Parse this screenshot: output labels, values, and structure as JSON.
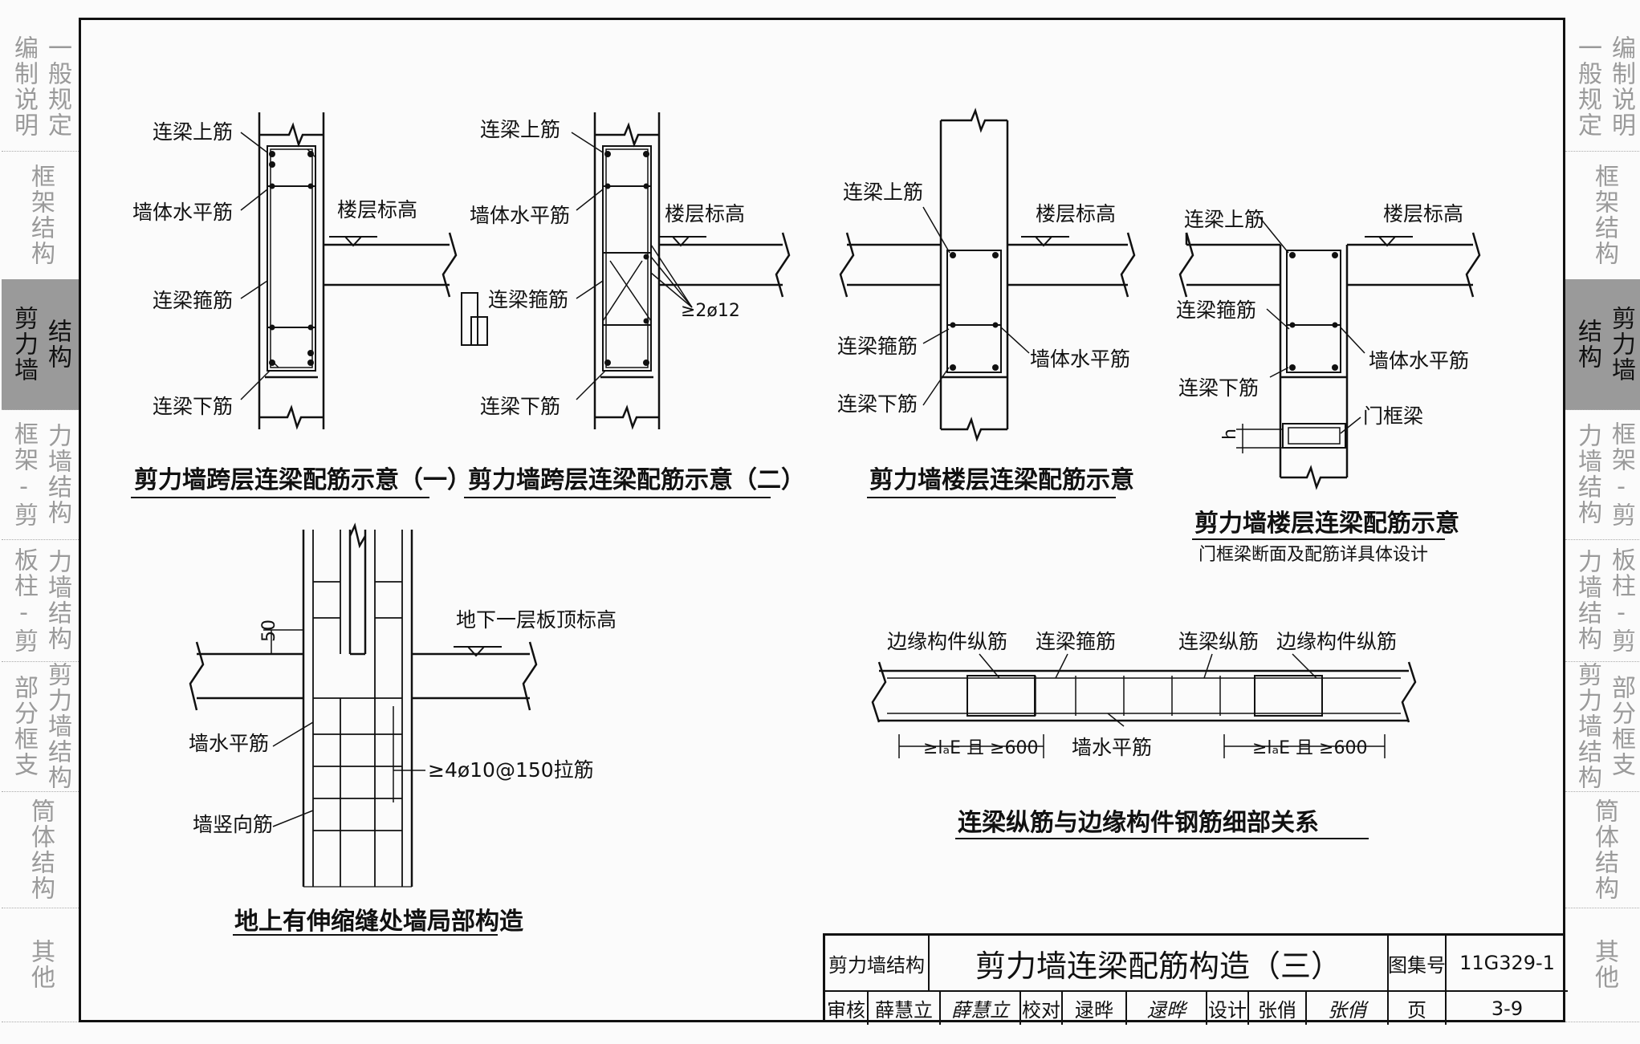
{
  "side_tabs_left": [
    {
      "cols": [
        "编制说明",
        "一般规定"
      ],
      "active": false
    },
    {
      "cols": [
        "框架结构"
      ],
      "active": false
    },
    {
      "cols": [
        "剪力墙",
        "结构"
      ],
      "active": true
    },
    {
      "cols": [
        "框架-剪",
        "力墙结构"
      ],
      "active": false
    },
    {
      "cols": [
        "板柱-剪",
        "力墙结构"
      ],
      "active": false
    },
    {
      "cols": [
        "部分框支",
        "剪力墙结构"
      ],
      "active": false
    },
    {
      "cols": [
        "筒体结构"
      ],
      "active": false
    },
    {
      "cols": [
        "其他"
      ],
      "active": false
    }
  ],
  "side_tabs_right": [
    {
      "cols": [
        "一般规定",
        "编制说明"
      ],
      "active": false
    },
    {
      "cols": [
        "框架结构"
      ],
      "active": false
    },
    {
      "cols": [
        "结构",
        "剪力墙"
      ],
      "active": true
    },
    {
      "cols": [
        "力墙结构",
        "框架-剪"
      ],
      "active": false
    },
    {
      "cols": [
        "力墙结构",
        "板柱-剪"
      ],
      "active": false
    },
    {
      "cols": [
        "剪力墙结构",
        "部分框支"
      ],
      "active": false
    },
    {
      "cols": [
        "筒体结构"
      ],
      "active": false
    },
    {
      "cols": [
        "其他"
      ],
      "active": false
    }
  ],
  "d1": {
    "top_bar": "连梁上筋",
    "wall_horiz": "墙体水平筋",
    "floor_elev": "楼层标高",
    "stirrup": "连梁箍筋",
    "bottom_bar": "连梁下筋",
    "caption": "剪力墙跨层连梁配筋示意（一）"
  },
  "d2": {
    "top_bar": "连梁上筋",
    "wall_horiz": "墙体水平筋",
    "floor_elev": "楼层标高",
    "stirrup": "连梁箍筋",
    "extra": "≥2ø12",
    "bottom_bar": "连梁下筋",
    "caption": "剪力墙跨层连梁配筋示意（二）"
  },
  "d3": {
    "top_bar": "连梁上筋",
    "floor_elev": "楼层标高",
    "stirrup": "连梁箍筋",
    "wall_horiz": "墙体水平筋",
    "bottom_bar": "连梁下筋",
    "caption": "剪力墙楼层连梁配筋示意"
  },
  "d4": {
    "top_bar": "连梁上筋",
    "floor_elev": "楼层标高",
    "stirrup": "连梁箍筋",
    "wall_horiz": "墙体水平筋",
    "bottom_bar": "连梁下筋",
    "door_beam": "门框梁",
    "h_label": "h",
    "caption": "剪力墙楼层连梁配筋示意",
    "note": "门框梁断面及配筋详具体设计"
  },
  "d5": {
    "slab_elev": "地下一层板顶标高",
    "dim50": "50",
    "wall_horiz": "墙水平筋",
    "tie": "≥4ø10@150拉筋",
    "wall_vert": "墙竖向筋",
    "caption": "地上有伸缩缝处墙局部构造"
  },
  "d6": {
    "edge_long_1": "边缘构件纵筋",
    "beam_stirrup": "连梁箍筋",
    "beam_long": "连梁纵筋",
    "edge_long_2": "边缘构件纵筋",
    "wall_horiz": "墙水平筋",
    "dim_left": "≥lₐE 且 ≥600",
    "dim_right": "≥lₐE 且 ≥600",
    "caption": "连梁纵筋与边缘构件钢筋细部关系"
  },
  "title_block": {
    "category": "剪力墙结构",
    "title": "剪力墙连梁配筋构造（三）",
    "atlas_label": "图集号",
    "atlas_no": "11G329-1",
    "review_label": "审核",
    "reviewer": "薛慧立",
    "review_sign": "薛慧立",
    "check_label": "校对",
    "checker": "逯晔",
    "check_sign": "逯晔",
    "design_label": "设计",
    "designer": "张俏",
    "design_sign": "张俏",
    "page_label": "页",
    "page_no": "3-9"
  }
}
